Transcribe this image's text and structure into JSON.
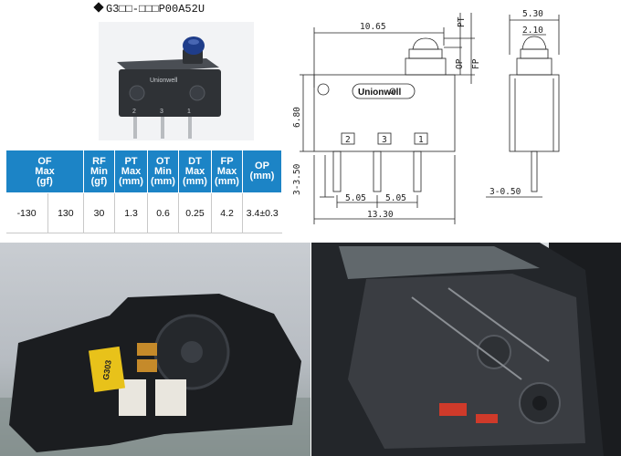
{
  "header": {
    "part_number": "G3□□-□□□P00A52U"
  },
  "product_photo": {
    "brand": "Unionwell",
    "pin_labels": [
      "2",
      "3",
      "1"
    ],
    "colors": {
      "body": "#2f3236",
      "actuator": "#1f3d8a",
      "pins": "#b9bcc0"
    }
  },
  "spec_table": {
    "headers": [
      [
        "OF",
        "Max",
        "(gf)"
      ],
      [
        "RF",
        "Min",
        "(gf)"
      ],
      [
        "PT",
        "Max",
        "(mm)"
      ],
      [
        "OT",
        "Min",
        "(mm)"
      ],
      [
        "DT",
        "Max",
        "(mm)"
      ],
      [
        "FP",
        "Max",
        "(mm)"
      ],
      [
        "OP",
        "(mm)"
      ]
    ],
    "values": [
      "-130",
      "130",
      "30",
      "1.3",
      "0.6",
      "0.25",
      "4.2",
      "3.4±0.3"
    ],
    "header_color": "#1c84c6"
  },
  "drawing": {
    "dims": {
      "width_top": "10.65",
      "pt": "PT",
      "op": "OP",
      "fp": "FP",
      "height": "6.80",
      "pin_len": "3-3.50",
      "pitch_left": "5.05",
      "pitch_right": "5.05",
      "total_width": "13.30",
      "side_width": "5.30",
      "actuator_dia": "2.10",
      "pin_width": "3-0.50"
    },
    "logo": "Unionwell",
    "pin_numbers": [
      "2",
      "3",
      "1"
    ]
  },
  "photos": {
    "left_label": "G303",
    "left_colors": {
      "housing": "#1b1d20",
      "label": "#e8c21a"
    },
    "right_colors": {
      "door": "#23262a",
      "panel": "#3a3d42"
    }
  }
}
